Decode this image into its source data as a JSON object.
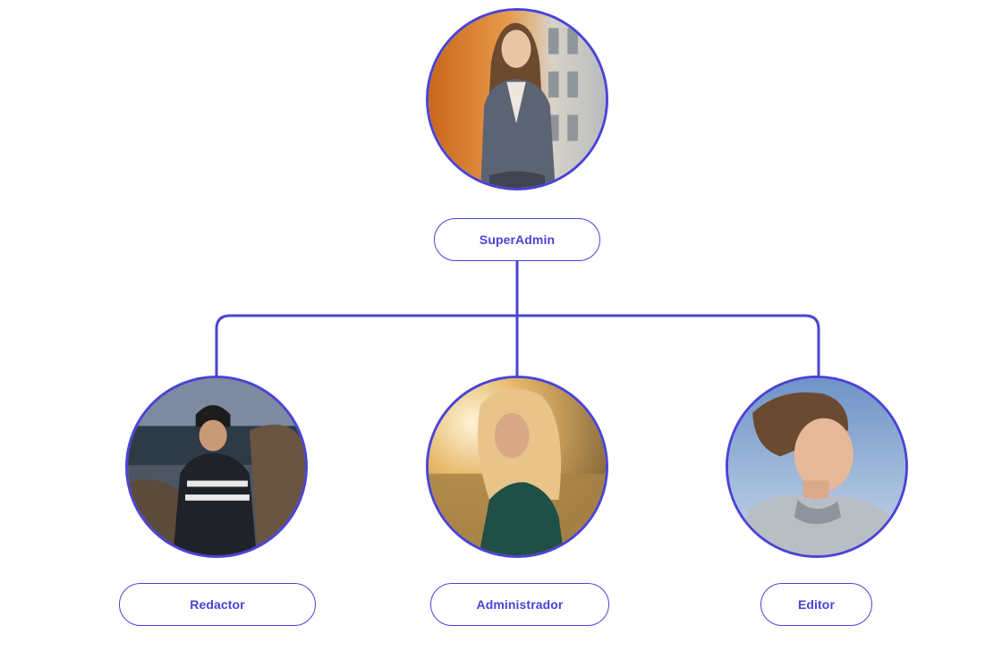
{
  "roles": {
    "root": {
      "label": "SuperAdmin",
      "avatar": "woman-blazer-portrait"
    },
    "children": [
      {
        "label": "Redactor",
        "avatar": "man-beanie-lakeside-portrait"
      },
      {
        "label": "Administrador",
        "avatar": "woman-golden-field-portrait"
      },
      {
        "label": "Editor",
        "avatar": "young-man-hoodie-portrait"
      }
    ]
  },
  "colors": {
    "accent": "#4a43d6",
    "background": "#ffffff"
  }
}
